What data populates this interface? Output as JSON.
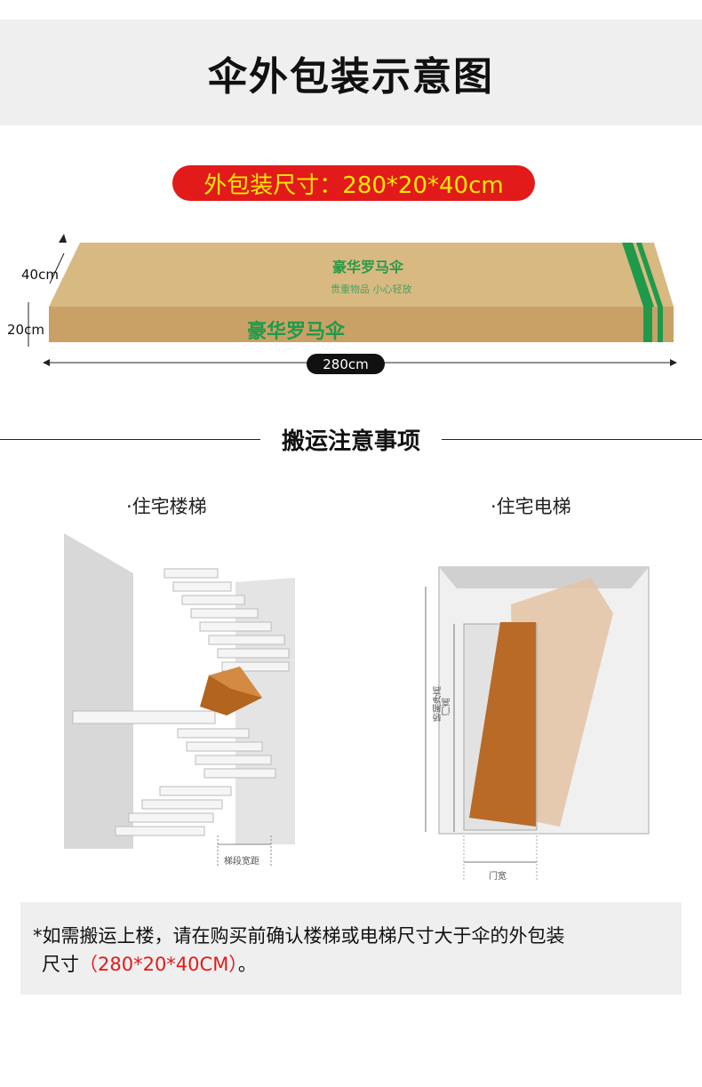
{
  "header": {
    "title": "伞外包装示意图"
  },
  "package": {
    "size_label": "外包装尺寸：280*20*40cm",
    "depth": "40cm",
    "height": "20cm",
    "length": "280cm",
    "box_brand_top": "豪华罗马伞",
    "box_slogan": "贵重物品 小心轻放",
    "box_brand_side": "豪华罗马伞"
  },
  "section": {
    "title": "搬运注意事项"
  },
  "stairs": {
    "title": "·住宅楼梯",
    "width_label": "梯段宽距"
  },
  "elevator": {
    "title": "·住宅电梯",
    "car_height_label": "轿厢净高",
    "door_height_label": "门高",
    "door_width_label": "门宽"
  },
  "note": {
    "text": "*如需搬运上楼，请在购买前确认楼梯或电梯尺寸大于伞的外包装",
    "line2_prefix": "尺寸",
    "line2_highlight": "（280*20*40CM）",
    "line2_suffix": "。"
  },
  "colors": {
    "accent": "#e21a1a",
    "pill_text": "#ffe800",
    "cardboard": "#d6b27c",
    "box_orange": "#b86a26"
  }
}
